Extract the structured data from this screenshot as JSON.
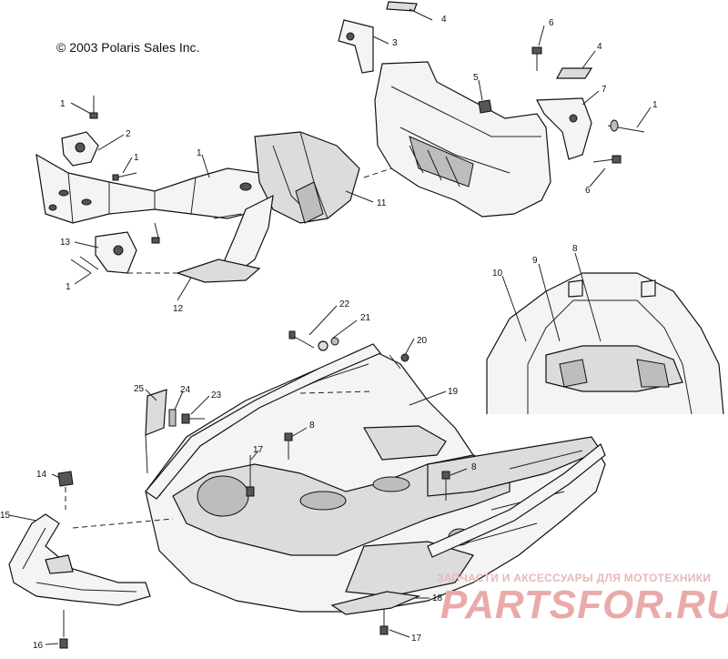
{
  "copyright": "© 2003 Polaris Sales Inc.",
  "watermark": {
    "subtitle": "ЗАПЧАСТИ И АКСЕССУАРЫ ДЛЯ МОТОТЕХНИКИ",
    "logo": "PARTSFOR.RU"
  },
  "callouts": [
    {
      "id": "c1a",
      "label": "1"
    },
    {
      "id": "c2",
      "label": "2"
    },
    {
      "id": "c1b",
      "label": "1"
    },
    {
      "id": "c1c",
      "label": "1"
    },
    {
      "id": "c13",
      "label": "13"
    },
    {
      "id": "c1d",
      "label": "1"
    },
    {
      "id": "c12",
      "label": "12"
    },
    {
      "id": "c11",
      "label": "11"
    },
    {
      "id": "c3",
      "label": "3"
    },
    {
      "id": "c4a",
      "label": "4"
    },
    {
      "id": "c6a",
      "label": "6"
    },
    {
      "id": "c4b",
      "label": "4"
    },
    {
      "id": "c5",
      "label": "5"
    },
    {
      "id": "c7",
      "label": "7"
    },
    {
      "id": "c1e",
      "label": "1"
    },
    {
      "id": "c6b",
      "label": "6"
    },
    {
      "id": "c10",
      "label": "10"
    },
    {
      "id": "c9",
      "label": "9"
    },
    {
      "id": "c8a",
      "label": "8"
    },
    {
      "id": "c22",
      "label": "22"
    },
    {
      "id": "c21",
      "label": "21"
    },
    {
      "id": "c20",
      "label": "20"
    },
    {
      "id": "c19",
      "label": "19"
    },
    {
      "id": "c25",
      "label": "25"
    },
    {
      "id": "c24",
      "label": "24"
    },
    {
      "id": "c23",
      "label": "23"
    },
    {
      "id": "c8b",
      "label": "8"
    },
    {
      "id": "c17a",
      "label": "17"
    },
    {
      "id": "c8c",
      "label": "8"
    },
    {
      "id": "c14",
      "label": "14"
    },
    {
      "id": "c15",
      "label": "15"
    },
    {
      "id": "c18",
      "label": "18"
    },
    {
      "id": "c17b",
      "label": "17"
    },
    {
      "id": "c16",
      "label": "16"
    }
  ]
}
